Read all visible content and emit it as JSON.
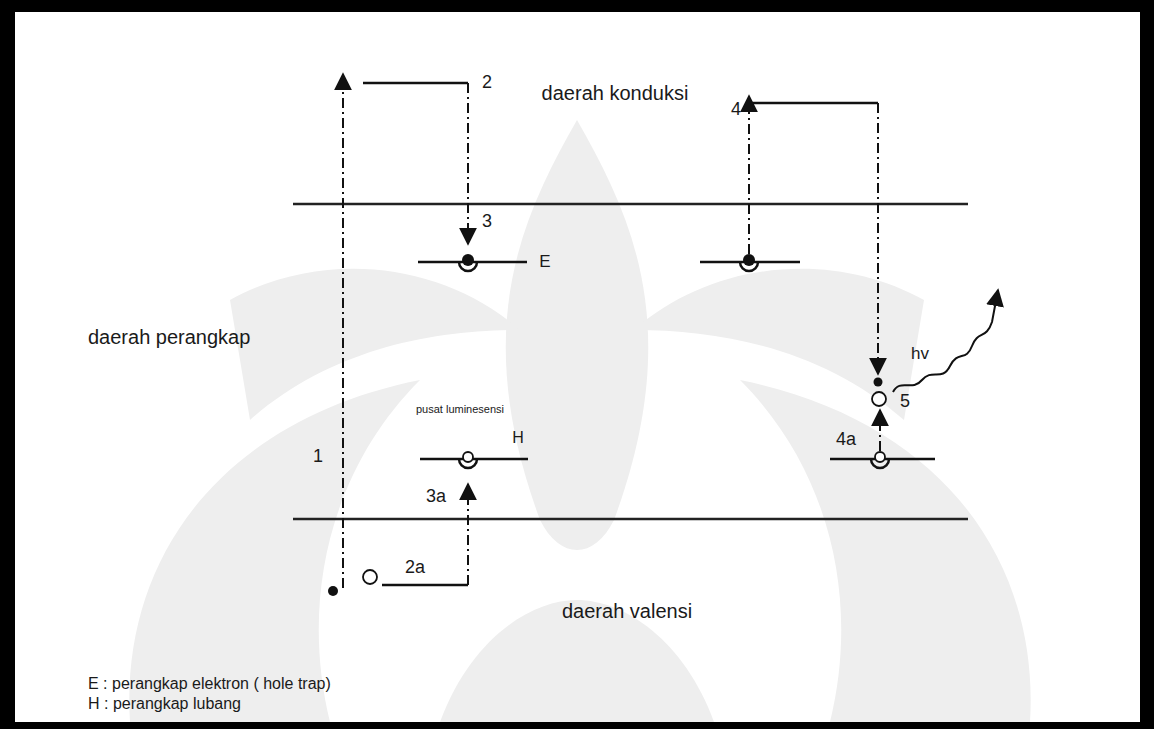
{
  "diagram": {
    "labels": [
      "daerah konduksi",
      "2",
      "4",
      "3",
      "E",
      "daerah perangkap",
      "hv",
      "5",
      "pusat luminesensi",
      "H",
      "1",
      "4a",
      "3a",
      "2a",
      "daerah valensi",
      "E : perangkap elektron ( hole trap)",
      "H : perangkap lubang"
    ]
  }
}
